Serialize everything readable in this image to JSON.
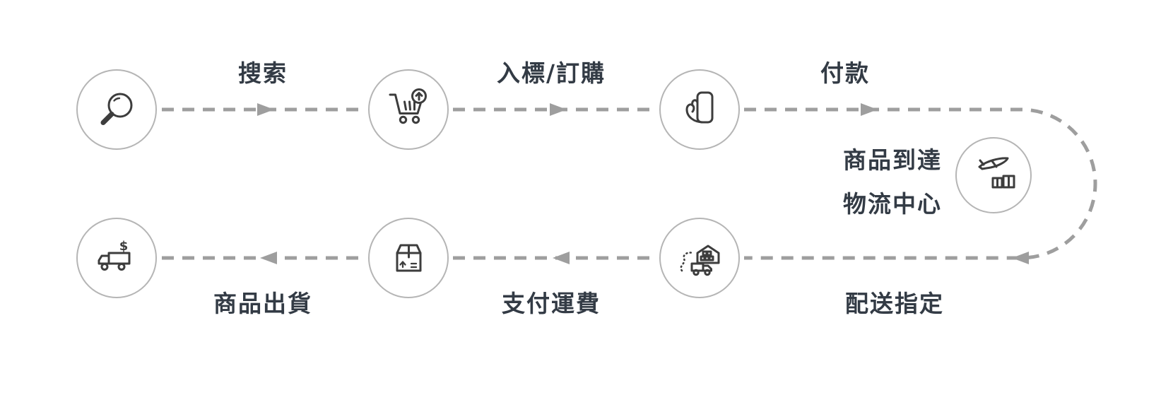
{
  "diagram": {
    "labels": {
      "search": "搜索",
      "bid_order": "入標/訂購",
      "payment": "付款",
      "arrival_line1": "商品到達",
      "arrival_line2": "物流中心",
      "delivery_designation": "配送指定",
      "pay_shipping": "支付運費",
      "ship_out": "商品出貨"
    },
    "icons": {
      "names": [
        "search-icon",
        "cart-icon",
        "hand-card-icon",
        "airplane-parcel-icon",
        "warehouse-truck-icon",
        "package-icon",
        "truck-currency-icon"
      ],
      "currency_symbol": "$"
    },
    "colors": {
      "background": "#ffffff",
      "label_text": "#333b45",
      "connector": "#9e9e9e",
      "circle_border": "#b5b5b5",
      "icon_stroke": "#3d3d3d"
    }
  }
}
